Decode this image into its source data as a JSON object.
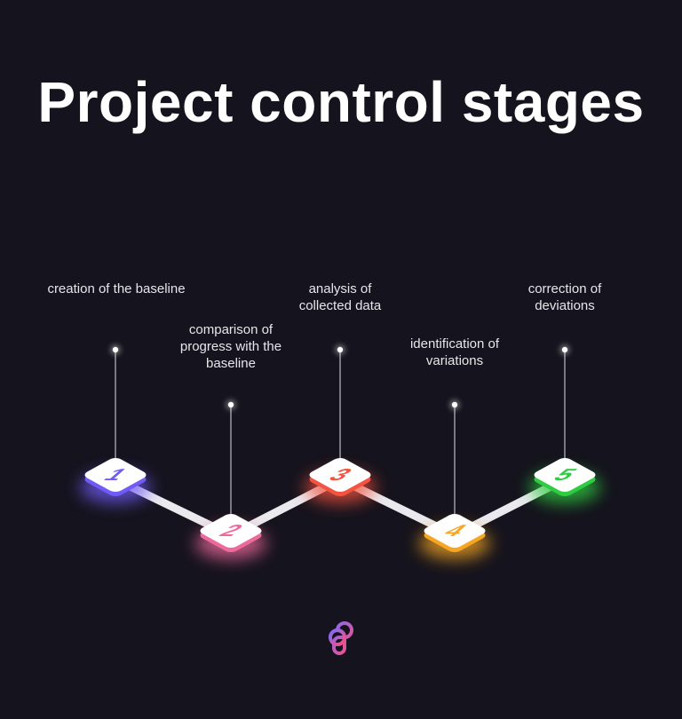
{
  "title": "Project control stages",
  "stages": [
    {
      "number": "1",
      "label": "creation of the baseline",
      "color": "#6f5cf5"
    },
    {
      "number": "2",
      "label": "comparison of progress with the baseline",
      "color": "#ee6a9c"
    },
    {
      "number": "3",
      "label": "analysis of collected data",
      "color": "#f4533f"
    },
    {
      "number": "4",
      "label": "identification of variations",
      "color": "#f5a623"
    },
    {
      "number": "5",
      "label": "correction of deviations",
      "color": "#2ecc40"
    }
  ]
}
